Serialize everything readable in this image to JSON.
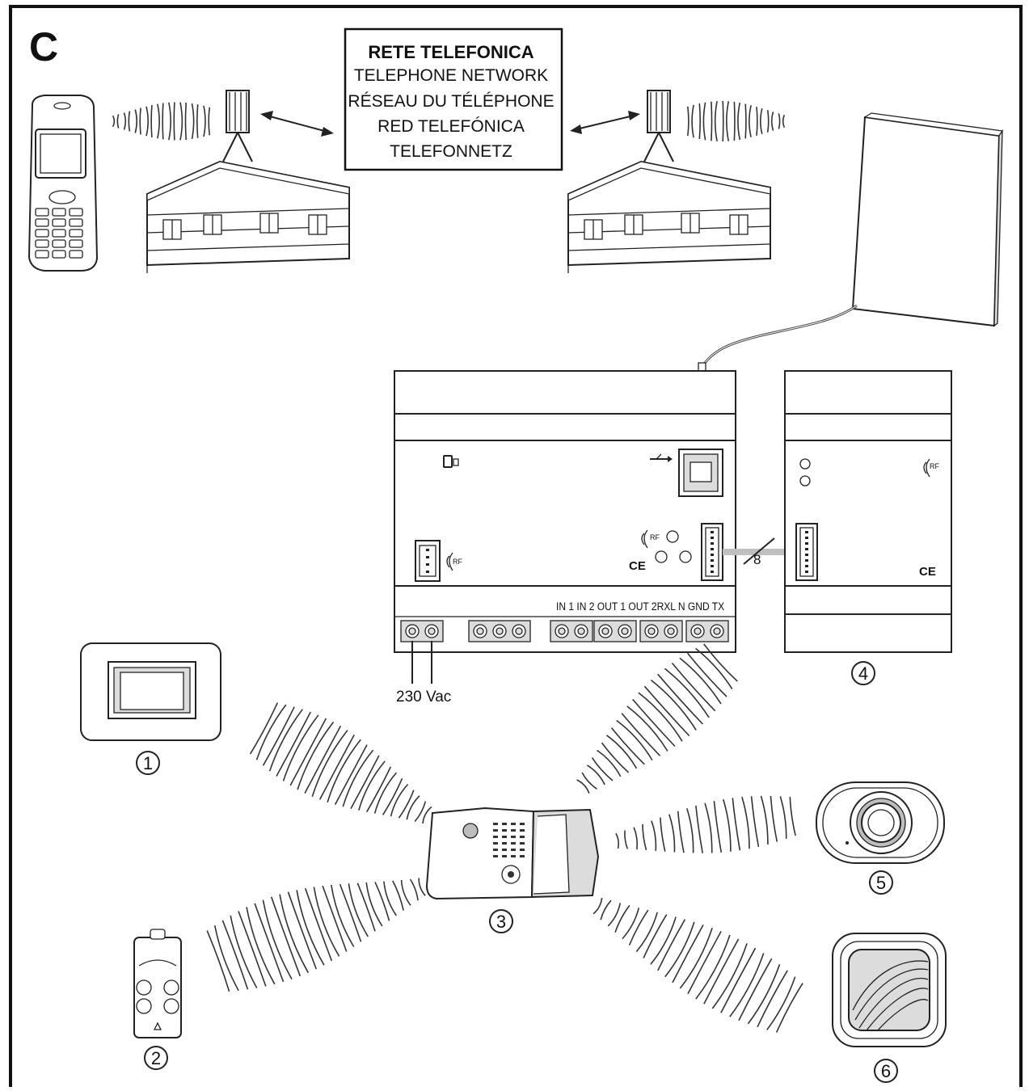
{
  "figure_letter": "C",
  "network_box": {
    "title": "RETE TELEFONICA",
    "lines": [
      "TELEPHONE NETWORK",
      "RÉSEAU DU TÉLÉPHONE",
      "RED TELEFÓNICA",
      "TELEFONNETZ"
    ]
  },
  "terminals": {
    "label": "IN 1 IN 2 OUT 1 OUT 2RXL N GND TX"
  },
  "bus_count": "8",
  "power_label": "230 Vac",
  "device_numbers": {
    "d1": "1",
    "d2": "2",
    "d3": "3",
    "d4": "4",
    "d5": "5",
    "d6": "6"
  },
  "module_marks": {
    "rf_left": "RF",
    "rf_center": "RF",
    "rf_right": "RF",
    "ce_center": "CE",
    "ce_right": "CE"
  },
  "colors": {
    "line": "#222222",
    "frame": "#111111",
    "cable": "#bfbfbf"
  }
}
